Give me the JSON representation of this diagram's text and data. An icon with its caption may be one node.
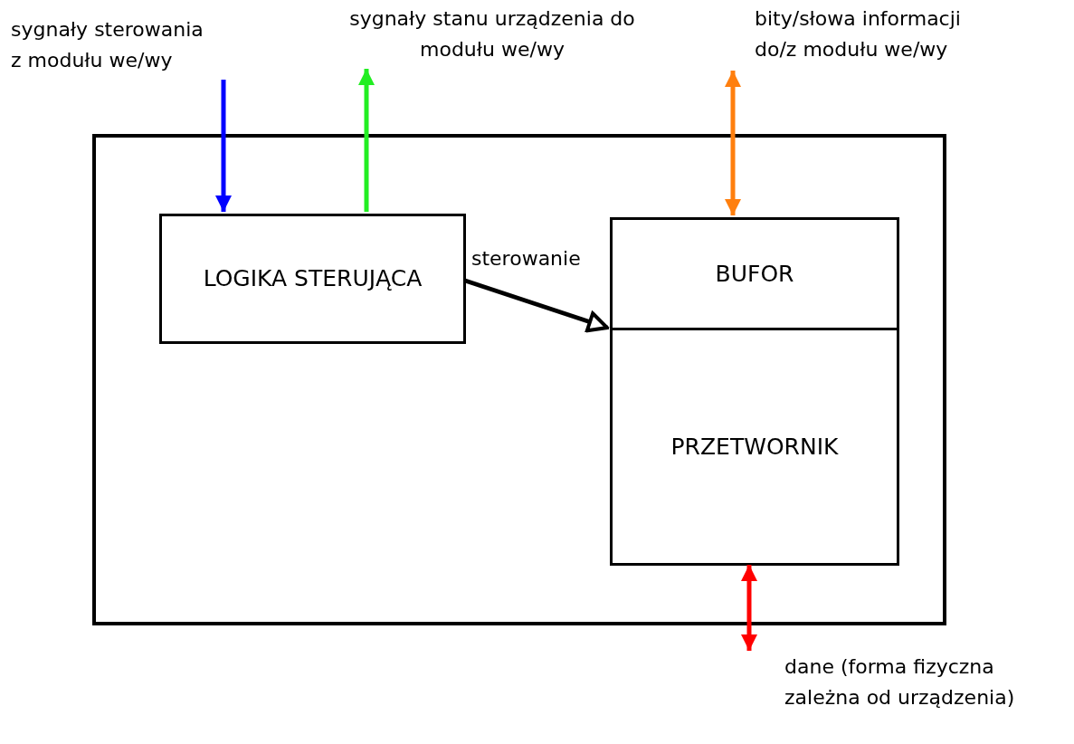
{
  "diagram": {
    "nodes": [
      {
        "text": [],
        "shape": "box"
      },
      {
        "text": [
          "LOGIKA STERUJĄCA"
        ],
        "in": 0
      },
      {
        "text": [
          "BUFOR"
        ],
        "in": 0
      },
      {
        "text": [
          "PRZETWORNIK"
        ],
        "in": 0
      },
      {
        "text": [
          "sygnały sterowania z modułu we/wy"
        ]
      },
      {
        "text": [
          "sygnały stanu urządzenia do modułu we/wy"
        ]
      },
      {
        "text": [
          "bity/słowa informacji do/z modułu we/wy"
        ]
      },
      {
        "text": [
          "dane (forma fizyczna zależna od urządzenia)"
        ]
      }
    ],
    "edges": [
      {
        "from": 4,
        "to": 1,
        "arrow": "to",
        "color": "#0000ff"
      },
      {
        "from": 1,
        "to": 5,
        "arrow": "to",
        "color": "#22ee22"
      },
      {
        "from": 6,
        "to": 2,
        "arrow": "both",
        "color": "#ff7f0e"
      },
      {
        "from": 3,
        "to": 7,
        "arrow": "both",
        "color": "#ff0000"
      },
      {
        "from": 1,
        "to": 3,
        "arrow": "to",
        "label": "sterowanie",
        "color": "#000000"
      }
    ]
  }
}
